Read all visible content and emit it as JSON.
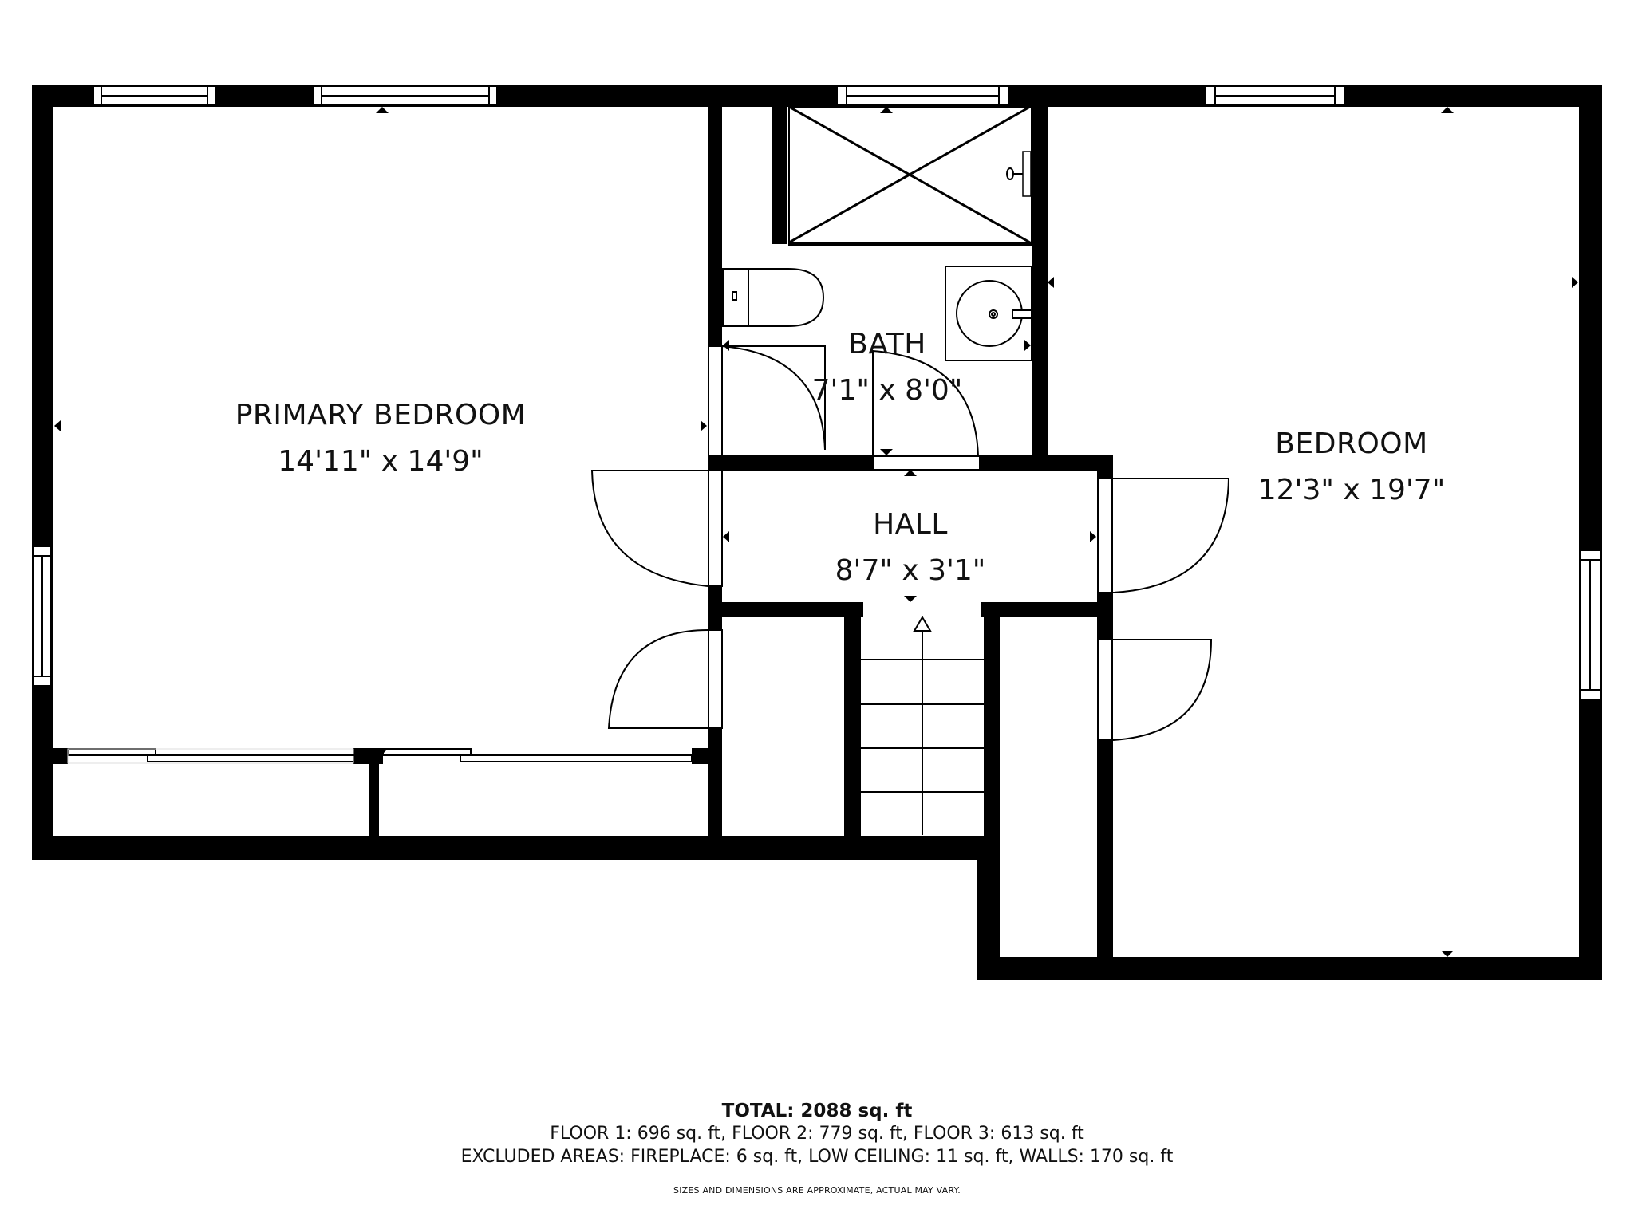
{
  "floorplan": {
    "rooms": [
      {
        "id": "primary-bedroom",
        "name": "PRIMARY BEDROOM",
        "dimensions": "14'11\" x 14'9\""
      },
      {
        "id": "bath",
        "name": "BATH",
        "dimensions": "7'1\" x 8'0\""
      },
      {
        "id": "hall",
        "name": "HALL",
        "dimensions": "8'7\" x 3'1\""
      },
      {
        "id": "bedroom",
        "name": "BEDROOM",
        "dimensions": "12'3\" x 19'7\""
      }
    ],
    "fixtures": [
      "shower",
      "toilet",
      "sink",
      "stairs-up-arrow"
    ],
    "colors": {
      "wall": "#000000",
      "background": "#ffffff",
      "line": "#000000"
    }
  },
  "footer": {
    "total": "TOTAL: 2088 sq. ft",
    "floors": "FLOOR 1: 696 sq. ft, FLOOR 2: 779 sq. ft, FLOOR 3: 613 sq. ft",
    "excluded": "EXCLUDED AREAS: FIREPLACE: 6 sq. ft, LOW CEILING: 11 sq. ft, WALLS: 170 sq. ft",
    "disclaimer": "SIZES AND DIMENSIONS ARE APPROXIMATE, ACTUAL MAY VARY."
  }
}
